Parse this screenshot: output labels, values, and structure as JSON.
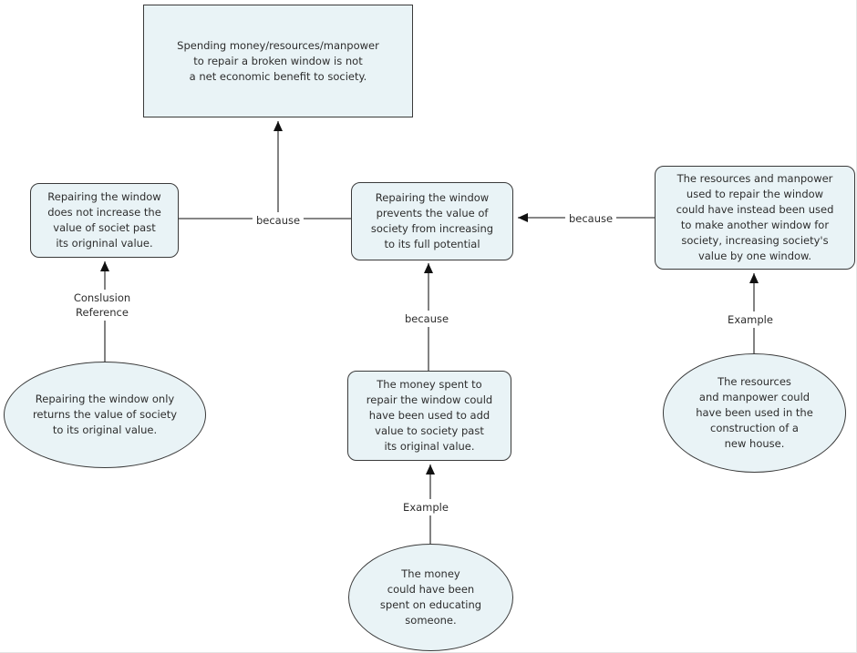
{
  "diagram": {
    "type": "argument-map",
    "nodes": {
      "main_conclusion": {
        "shape": "rectangle",
        "text": [
          "Spending money/resources/manpower",
          "to repair a broken window is not",
          "a net economic benefit to society."
        ]
      },
      "left_premise": {
        "shape": "rounded-rectangle",
        "text": [
          "Repairing the window",
          "does not increase the",
          "value of societ past",
          "its origninal value."
        ]
      },
      "center_premise": {
        "shape": "rounded-rectangle",
        "text": [
          "Repairing the window",
          "prevents the value of",
          "society from increasing",
          "to its full potential"
        ]
      },
      "right_premise": {
        "shape": "rounded-rectangle",
        "text": [
          "The resources and manpower",
          "used to repair the window",
          "could have instead been used",
          "to make another window for",
          "society, increasing society's",
          "value by one window."
        ]
      },
      "center_support": {
        "shape": "rounded-rectangle",
        "text": [
          "The money spent to",
          "repair the window could",
          "have been used to add",
          "value to society past",
          "its original value."
        ]
      },
      "left_example": {
        "shape": "ellipse",
        "text": [
          "Repairing the window only",
          "returns the value of society",
          "to its original value."
        ]
      },
      "right_example": {
        "shape": "ellipse",
        "text": [
          "The resources",
          "and manpower could",
          "have been used in the",
          "construction of a",
          "new house."
        ]
      },
      "bottom_example": {
        "shape": "ellipse",
        "text": [
          "The money",
          "could have been",
          "spent on educating",
          "someone."
        ]
      }
    },
    "edge_labels": {
      "because_left": "because",
      "because_right": "because",
      "because_center": "because",
      "conclusion_reference": [
        "Conslusion",
        "Reference"
      ],
      "example_right": "Example",
      "example_bottom": "Example"
    }
  },
  "colors": {
    "node_fill": "#e9f3f6",
    "node_border": "#3a3a3a",
    "line_color": "#3f3f3f",
    "arrow_fill": "#111111",
    "text_color": "#2d2d2d",
    "background": "#ffffff"
  }
}
